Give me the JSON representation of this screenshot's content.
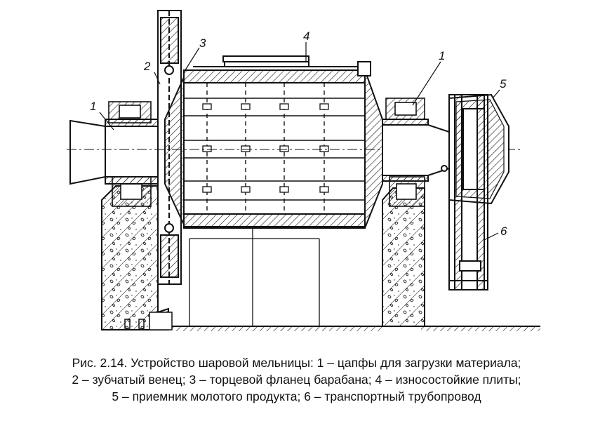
{
  "figure": {
    "labels": {
      "l1_left": "1",
      "l1_right": "1",
      "l2": "2",
      "l3": "3",
      "l4": "4",
      "l5": "5",
      "l6": "6"
    }
  },
  "caption": {
    "line1": "Рис. 2.14. Устройство шаровой мельницы: 1 – цапфы для загрузки материала;",
    "line2": "2 – зубчатый венец; 3 – торцевой фланец барабана; 4 – износостойкие плиты;",
    "line3": "5 – приемник молотого продукта; 6 – транспортный трубопровод"
  }
}
